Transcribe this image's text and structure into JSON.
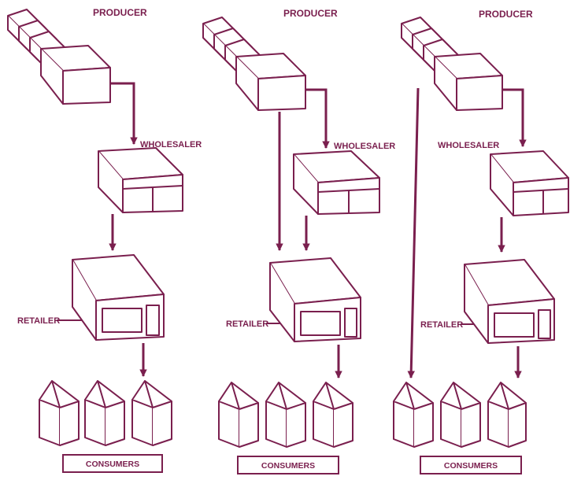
{
  "colors": {
    "ink": "#7a1f4e",
    "paper": "#ffffff"
  },
  "columns": [
    {
      "producer": "PRODUCER",
      "wholesaler": "WHOLESALER",
      "retailer": "RETAILER",
      "consumers": "CONSUMERS"
    },
    {
      "producer": "PRODUCER",
      "wholesaler": "WHOLESALER",
      "retailer": "RETAILER",
      "consumers": "CONSUMERS"
    },
    {
      "producer": "PRODUCER",
      "wholesaler": "WHOLESALER",
      "retailer": "RETAILER",
      "consumers": "CONSUMERS"
    }
  ]
}
